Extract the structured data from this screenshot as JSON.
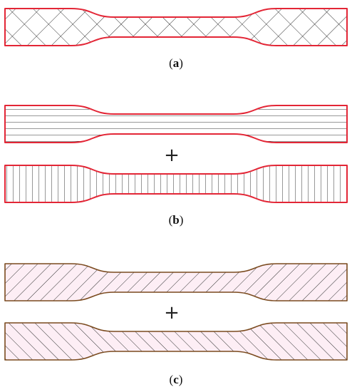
{
  "figure": {
    "colors": {
      "outline_red": "#e32636",
      "outline_brown": "#7a4a1e",
      "hatch": "#333333",
      "fill_pink": "#fdeef5",
      "text": "#111111"
    },
    "panels": [
      {
        "id": "a",
        "label_open": "(",
        "label_letter": "a",
        "label_close": ")",
        "specimens": [
          {
            "hatch": "cross-hatch",
            "outline": "red",
            "fill": "none"
          }
        ]
      },
      {
        "id": "b",
        "label_open": "(",
        "label_letter": "b",
        "label_close": ")",
        "specimens": [
          {
            "hatch": "horizontal-lines",
            "outline": "red",
            "fill": "none"
          },
          {
            "hatch": "vertical-lines",
            "outline": "red",
            "fill": "none"
          }
        ],
        "combine_symbol": "+"
      },
      {
        "id": "c",
        "label_open": "(",
        "label_letter": "c",
        "label_close": ")",
        "specimens": [
          {
            "hatch": "diagonal-forward",
            "outline": "brown",
            "fill": "pink"
          },
          {
            "hatch": "diagonal-backward",
            "outline": "brown",
            "fill": "pink"
          }
        ],
        "combine_symbol": "+"
      }
    ]
  }
}
